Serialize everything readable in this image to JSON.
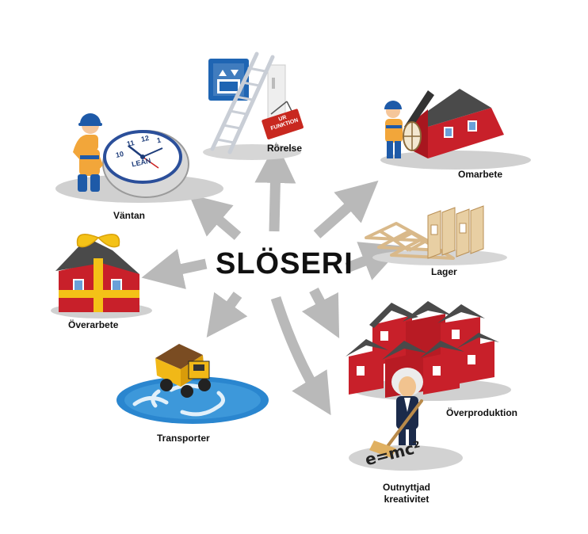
{
  "title": "SLÖSERI",
  "nodes": [
    {
      "id": "rorelse",
      "label": "Rörelse"
    },
    {
      "id": "omarbete",
      "label": "Omarbete"
    },
    {
      "id": "lager",
      "label": "Lager"
    },
    {
      "id": "overproduktion",
      "label": "Överproduktion"
    },
    {
      "id": "outnyttjad",
      "label_line1": "Outnyttjad",
      "label_line2": "kreativitet"
    },
    {
      "id": "transporter",
      "label": "Transporter"
    },
    {
      "id": "overarbete",
      "label": "Överarbete"
    },
    {
      "id": "vantan",
      "label": "Väntan"
    }
  ],
  "sign": {
    "line1": "UR",
    "line2": "FUNKTION"
  },
  "clock": {
    "brand": "LEAN",
    "numbers": [
      "11",
      "12",
      "1",
      "10"
    ]
  },
  "formula": "e=mc²",
  "colors": {
    "arrow": "#b9b9b9",
    "house_red": "#c8202a",
    "roof": "#4a4a4a",
    "helmet": "#1e5aa8",
    "water": "#2a86cf",
    "shadow": "#cfcfcf"
  }
}
